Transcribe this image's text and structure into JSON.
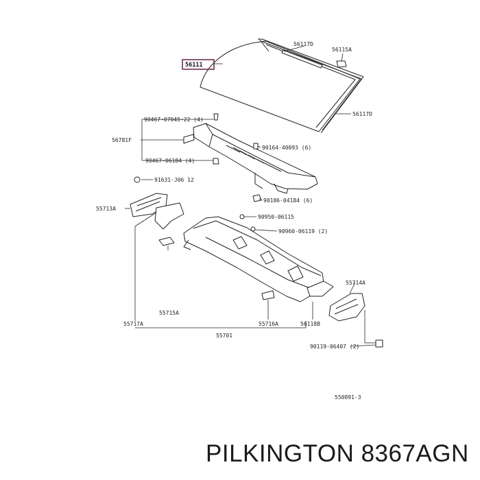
{
  "diagram": {
    "labels": {
      "l56111": "56111",
      "l56117D_top": "56117D",
      "l56115A": "56115A",
      "l56117D": "56117D",
      "l90467_22": "90467-07045-22 (4)",
      "l56781F": "56781F",
      "l90164": "90164-40093 (6)",
      "l90467_184": "90467-06184 (4)",
      "l91631": "91631-J06 12",
      "l55713A": "55713A",
      "l90186": "90186-04184 (6)",
      "l90950": "90950-06115",
      "l90960": "90960-06119 (2)",
      "l55714A": "55714A",
      "l55715A": "55715A",
      "l55717A": "55717A",
      "l55716A": "55716A",
      "l56118B": "56118B",
      "l55701": "55701",
      "l90119": "90119-06407 (2)",
      "l550891": "550891-3"
    },
    "brand": "PILKINGTON 8367AGN"
  }
}
